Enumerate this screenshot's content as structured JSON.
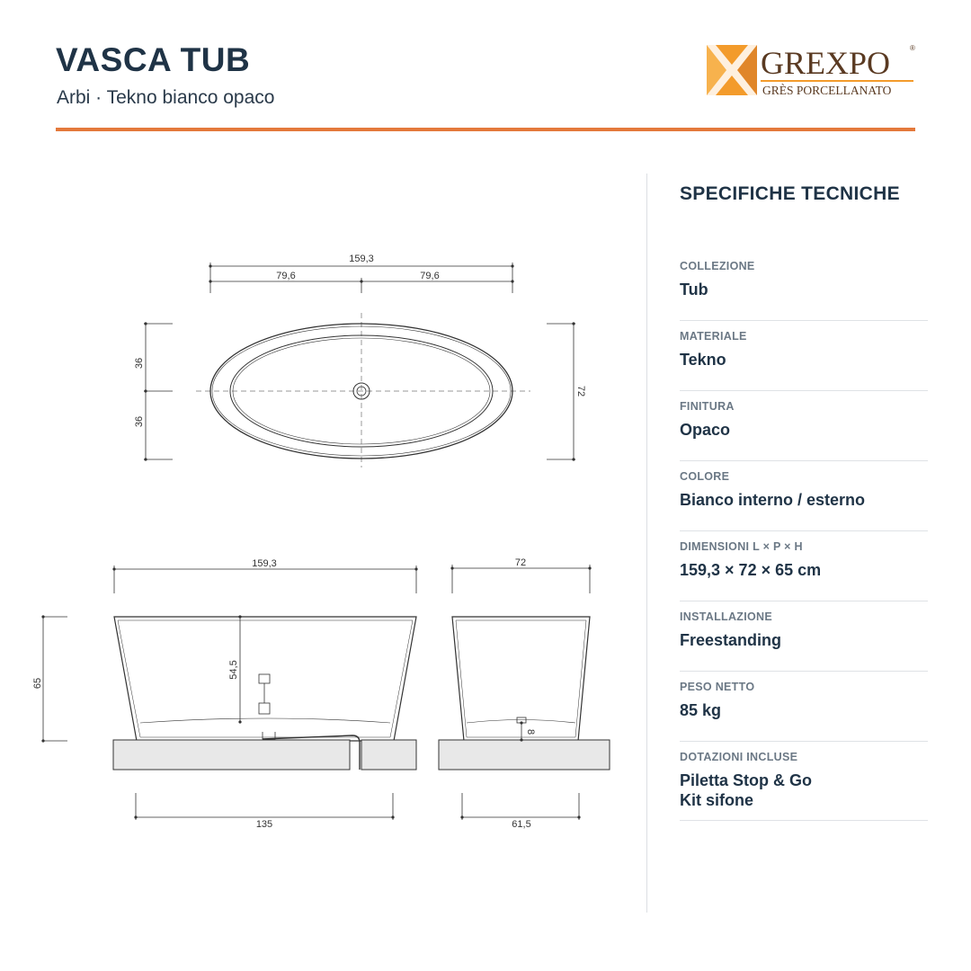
{
  "header": {
    "title": "VASCA TUB",
    "subtitle": "Arbi · Tekno bianco opaco",
    "accent_color": "#e4793b",
    "logo": {
      "brand": "GREXPO",
      "tagline": "GRÈS PORCELLANATO",
      "mark": "®",
      "color_orange": "#f39b2b",
      "color_brown": "#5a3a22"
    }
  },
  "specs": {
    "title": "SPECIFICHE TECNICHE",
    "items": [
      {
        "label": "COLLEZIONE",
        "value": "Tub"
      },
      {
        "label": "MATERIALE",
        "value": "Tekno"
      },
      {
        "label": "FINITURA",
        "value": "Opaco"
      },
      {
        "label": "COLORE",
        "value": "Bianco interno / esterno"
      },
      {
        "label": "DIMENSIONI L × P × H",
        "value": "159,3 × 72 × 65 cm"
      },
      {
        "label": "INSTALLAZIONE",
        "value": "Freestanding"
      },
      {
        "label": "PESO NETTO",
        "value": "85 kg"
      },
      {
        "label": "DOTAZIONI INCLUSE",
        "value": "Piletta Stop & Go",
        "value2": "Kit sifone"
      }
    ]
  },
  "drawing": {
    "top_view": {
      "overall_length": "159,3",
      "half_left": "79,6",
      "half_right": "79,6",
      "half_width_upper": "36",
      "half_width_lower": "36",
      "overall_width": "72"
    },
    "front_view": {
      "overall_length": "159,3",
      "height": "65",
      "inner_depth": "54,5",
      "base_length": "135"
    },
    "side_view": {
      "overall_width": "72",
      "drain_height": "8",
      "base_width": "61,5"
    }
  }
}
